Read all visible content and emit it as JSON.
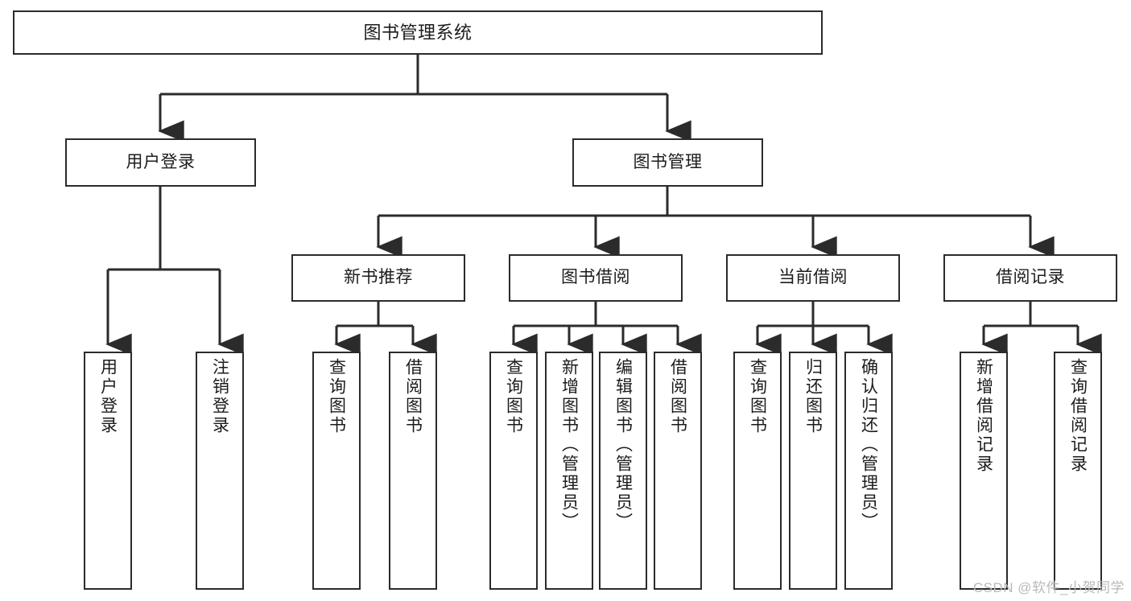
{
  "diagram": {
    "title": "图书管理系统",
    "type": "tree-hierarchy-chart",
    "watermark": "CSDN @软件_小贺同学",
    "colors": {
      "box_border": "#2b2b2b",
      "box_fill": "#ffffff",
      "edge": "#2b2b2b",
      "text": "#1c1c1c",
      "watermark": "#b9b9b9",
      "background": "#ffffff"
    },
    "nodes": {
      "root": {
        "label": "图书管理系统"
      },
      "level2": [
        {
          "id": "user-login",
          "label": "用户登录"
        },
        {
          "id": "book-manage",
          "label": "图书管理"
        }
      ],
      "level3": [
        {
          "id": "new-book-recommend",
          "label": "新书推荐"
        },
        {
          "id": "book-borrow",
          "label": "图书借阅"
        },
        {
          "id": "current-borrow",
          "label": "当前借阅"
        },
        {
          "id": "borrow-record",
          "label": "借阅记录"
        }
      ],
      "leaves": {
        "user-login": [
          {
            "id": "leaf-user-login",
            "label": "用户登录"
          },
          {
            "id": "leaf-user-logout",
            "label": "注销登录"
          }
        ],
        "new-book-recommend": [
          {
            "id": "leaf-query-book-1",
            "label": "查询图书"
          },
          {
            "id": "leaf-borrow-book-1",
            "label": "借阅图书"
          }
        ],
        "book-borrow": [
          {
            "id": "leaf-query-book-2",
            "label": "查询图书"
          },
          {
            "id": "leaf-add-book",
            "label": "新增图书（管理员）"
          },
          {
            "id": "leaf-edit-book",
            "label": "编辑图书（管理员）"
          },
          {
            "id": "leaf-borrow-book-2",
            "label": "借阅图书"
          }
        ],
        "current-borrow": [
          {
            "id": "leaf-query-book-3",
            "label": "查询图书"
          },
          {
            "id": "leaf-return-book",
            "label": "归还图书"
          },
          {
            "id": "leaf-confirm-return",
            "label": "确认归还（管理员）"
          }
        ],
        "borrow-record": [
          {
            "id": "leaf-add-record",
            "label": "新增借阅记录"
          },
          {
            "id": "leaf-query-record",
            "label": "查询借阅记录"
          }
        ]
      }
    }
  }
}
